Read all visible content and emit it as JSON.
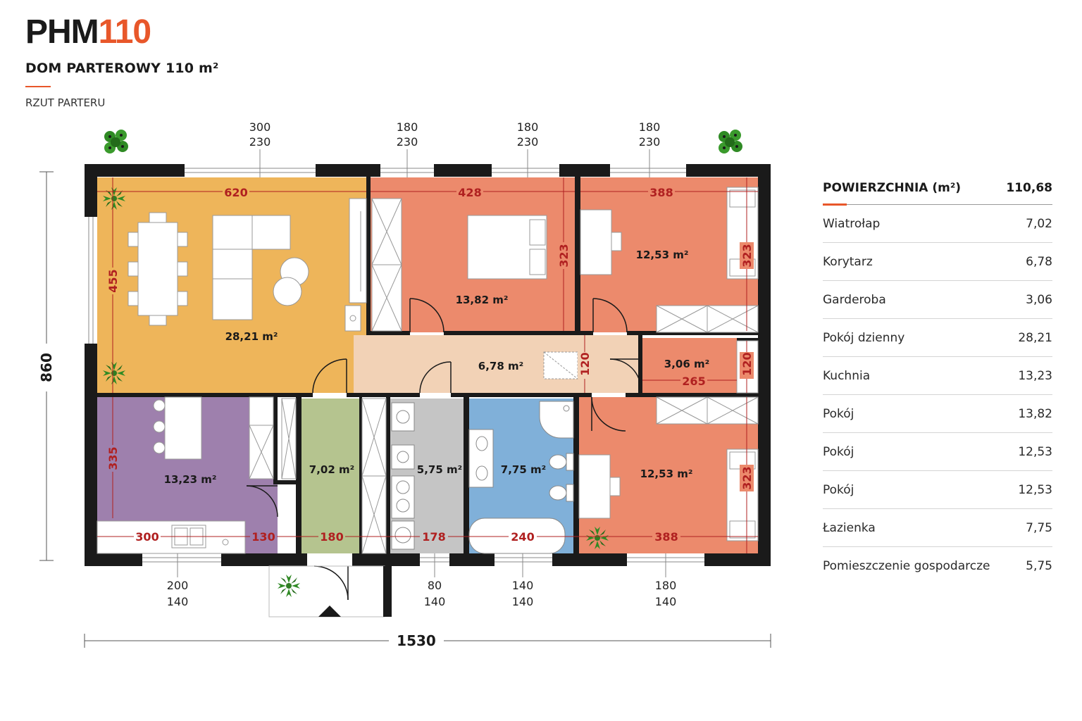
{
  "header": {
    "brand_prefix": "PHM",
    "brand_number": "110",
    "subtitle": "DOM PARTEROWY 110 m²",
    "caption": "RZUT PARTERU"
  },
  "colors": {
    "accent": "#e8572a",
    "living": "#eeb55a",
    "bedroom": "#ec8a6c",
    "corridor": "#f2d2b6",
    "kitchen": "#9e80ad",
    "vestibule": "#b5c48f",
    "utility": "#c5c5c5",
    "bathroom": "#80b0d9",
    "wall": "#1a1a1a",
    "dimension_red": "#b02020"
  },
  "icons": [
    "plant-icon"
  ],
  "windows": {
    "top": [
      {
        "w": "300",
        "h": "230"
      },
      {
        "w": "180",
        "h": "230"
      },
      {
        "w": "180",
        "h": "230"
      },
      {
        "w": "180",
        "h": "230"
      }
    ],
    "bottom": [
      {
        "w": "200",
        "h": "140"
      },
      {
        "w": "80",
        "h": "140"
      },
      {
        "w": "140",
        "h": "140"
      },
      {
        "w": "180",
        "h": "140"
      }
    ]
  },
  "overall": {
    "width": "1530",
    "height": "860"
  },
  "rooms": {
    "living": {
      "area": "28,21 m²",
      "dim_w": "620",
      "dim_h": "455"
    },
    "bedroom1": {
      "area": "13,82 m²",
      "dim_w": "428",
      "dim_h": "323"
    },
    "bedroom2": {
      "area": "12,53 m²",
      "dim_w": "388",
      "dim_h": "323"
    },
    "corridor": {
      "area": "6,78 m²",
      "dim_h": "120"
    },
    "wardrobe": {
      "area": "3,06 m²",
      "dim_w": "265",
      "dim_h": "120"
    },
    "kitchen": {
      "area": "13,23 m²",
      "dim_w": "300",
      "dim_w2": "130",
      "dim_h": "335"
    },
    "vestibule": {
      "area": "7,02 m²",
      "dim_w": "180"
    },
    "utility": {
      "area": "5,75 m²",
      "dim_w": "178"
    },
    "bathroom": {
      "area": "7,75 m²",
      "dim_w": "240"
    },
    "bedroom3": {
      "area": "12,53 m²",
      "dim_w": "388",
      "dim_h": "323"
    }
  },
  "area_table": {
    "header_label": "POWIERZCHNIA (m²)",
    "header_value": "110,68",
    "rows": [
      {
        "label": "Wiatrołap",
        "value": "7,02"
      },
      {
        "label": "Korytarz",
        "value": "6,78"
      },
      {
        "label": "Garderoba",
        "value": "3,06"
      },
      {
        "label": "Pokój dzienny",
        "value": "28,21"
      },
      {
        "label": "Kuchnia",
        "value": "13,23"
      },
      {
        "label": "Pokój",
        "value": "13,82"
      },
      {
        "label": "Pokój",
        "value": "12,53"
      },
      {
        "label": "Pokój",
        "value": "12,53"
      },
      {
        "label": "Łazienka",
        "value": "7,75"
      },
      {
        "label": "Pomieszczenie gospodarcze",
        "value": "5,75"
      }
    ]
  }
}
